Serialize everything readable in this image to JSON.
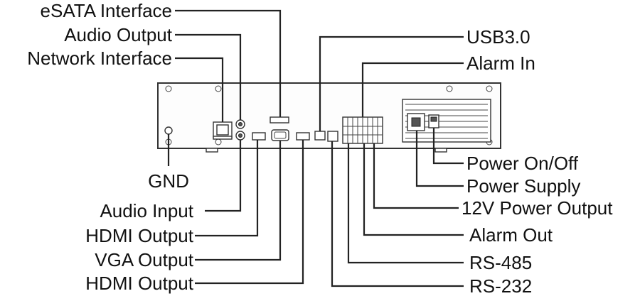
{
  "labels": {
    "esata": "eSATA Interface",
    "audio_output": "Audio Output",
    "network": "Network Interface",
    "gnd": "GND",
    "audio_input": "Audio Input",
    "hdmi_output_1": "HDMI Output",
    "vga_output": "VGA Output",
    "hdmi_output_2": "HDMI Output",
    "usb": "USB3.0",
    "alarm_in": "Alarm In",
    "power_switch": "Power On/Off",
    "power_supply": "Power Supply",
    "power_12v": "12V Power Output",
    "alarm_out": "Alarm Out",
    "rs485": "RS-485",
    "rs232": "RS-232"
  }
}
